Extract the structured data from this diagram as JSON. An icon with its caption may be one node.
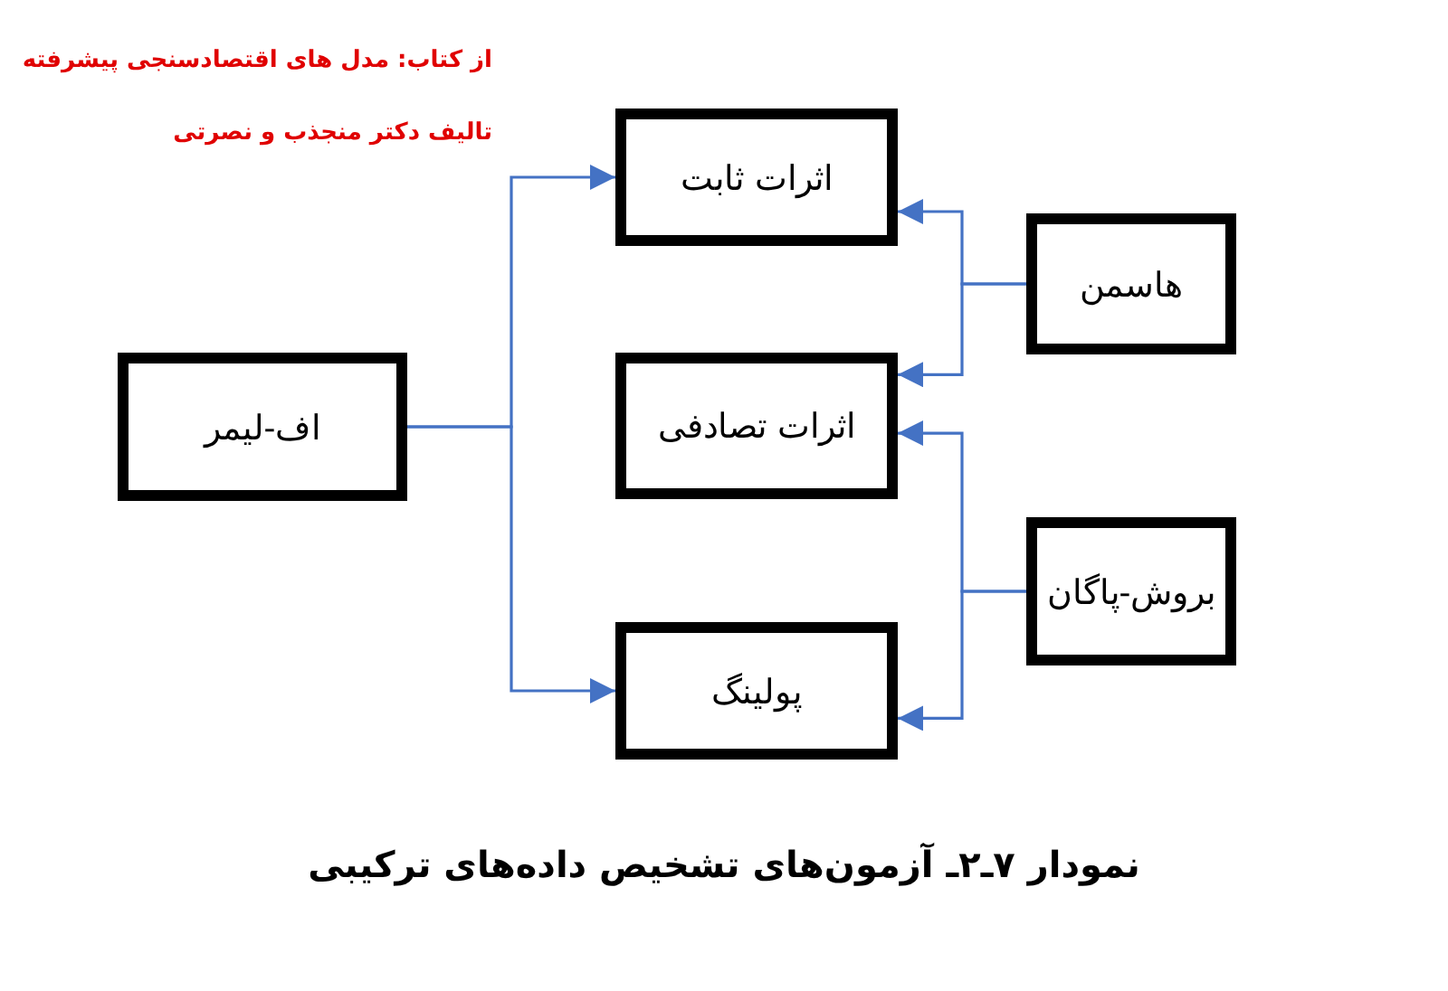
{
  "diagram": {
    "caption": "نمودار ۷ـ۲ـ آزمون‌های تشخیص داده‌های ترکیبی",
    "nodes": [
      {
        "text": [
          "اثرات ثابت"
        ]
      },
      {
        "text": [
          "هاسمن"
        ]
      },
      {
        "text": [
          "اف-لیمر"
        ]
      },
      {
        "text": [
          "اثرات تصادفی"
        ]
      },
      {
        "text": [
          "بروش-پاگان"
        ]
      },
      {
        "text": [
          "پولینگ"
        ]
      }
    ],
    "edges": [
      {
        "from": 2,
        "to": 0,
        "arrow": "to"
      },
      {
        "from": 2,
        "to": 5,
        "arrow": "to"
      },
      {
        "from": 1,
        "to": 0,
        "arrow": "to"
      },
      {
        "from": 1,
        "to": 3,
        "arrow": "to"
      },
      {
        "from": 4,
        "to": 3,
        "arrow": "to"
      },
      {
        "from": 4,
        "to": 5,
        "arrow": "to"
      }
    ],
    "labels": [
      "از کتاب: مدل های اقتصادسنجی پیشرفته تالیف دکتر منجذب و نصرتی"
    ]
  }
}
